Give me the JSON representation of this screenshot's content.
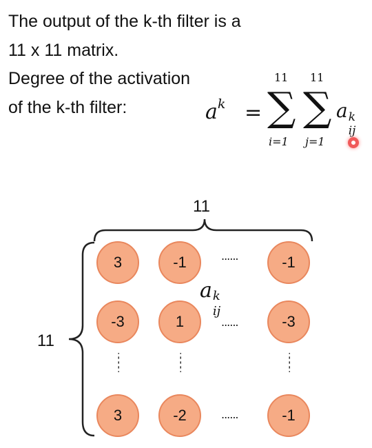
{
  "intro": {
    "line1": "The output of the k-th filter is a",
    "line2": "11 x 11 matrix.",
    "line3": "Degree of the activation",
    "line4": "of the k-th filter:"
  },
  "formula": {
    "lhs": "a",
    "lhs_sup": "k",
    "equals": "=",
    "sum1_upper": "11",
    "sum2_upper": "11",
    "sum1_lower": "i=1",
    "sum2_lower": "j=1",
    "term": "a",
    "term_sup": "k",
    "term_sub": "ij"
  },
  "matrix": {
    "top_label": "11",
    "side_label": "11",
    "element_label": "a",
    "element_sup": "k",
    "element_sub": "ij",
    "row1": [
      "3",
      "-1",
      "-1"
    ],
    "row2": [
      "-3",
      "1",
      "-3"
    ],
    "row3": [
      "3",
      "-2",
      "-1"
    ],
    "hdots": "......",
    "vdots": ":"
  },
  "colors": {
    "cell_fill": "#f6ab85",
    "cell_border": "#e9875d",
    "pointer": "#f05a5a"
  }
}
